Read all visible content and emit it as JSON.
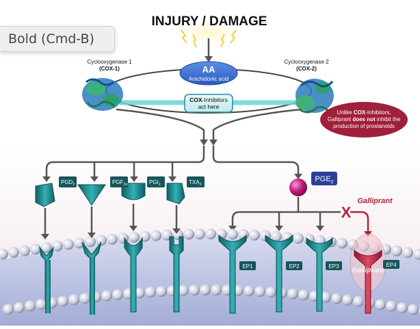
{
  "tooltip": {
    "label": "Bold (Cmd-B)"
  },
  "diagram": {
    "title": "INJURY / DAMAGE",
    "aa": {
      "abbr": "AA",
      "name": "Arachidonic acid"
    },
    "cox1": {
      "name": "Cyclooxygenase 1",
      "abbr": "(COX-1)"
    },
    "cox2": {
      "name": "Cyclooxygenase 2",
      "abbr": "(COX-2)"
    },
    "cox_inhibitors": {
      "bold": "COX",
      "rest": "-Inhibitors",
      "line2": "act here"
    },
    "note": {
      "line1_pre": "Unlike ",
      "line1_bold": "COX",
      "line1_post": "-Inhibitors,",
      "line2_pre": "Galliprant ",
      "line2_bold": "does not",
      "line2_post": " inhibit the",
      "line3": "production of prostanoids"
    },
    "prostanoids": [
      {
        "label": "PGD",
        "sub": "2"
      },
      {
        "label": "PGF",
        "sub": "2α"
      },
      {
        "label": "PGI",
        "sub": "2"
      },
      {
        "label": "TXA",
        "sub": "2"
      }
    ],
    "pge2": {
      "label": "PGE",
      "sub": "2"
    },
    "drug": "Galliprant",
    "receptors": [
      "EP1",
      "EP2",
      "EP3",
      "EP4"
    ],
    "colors": {
      "teal": "#1f8f94",
      "teal_dark": "#0f5f63",
      "aa_blue": "#2f63c6",
      "note_red": "#a01f3a",
      "pge_magenta": "#c21a78",
      "block_red": "#b0243c"
    }
  }
}
